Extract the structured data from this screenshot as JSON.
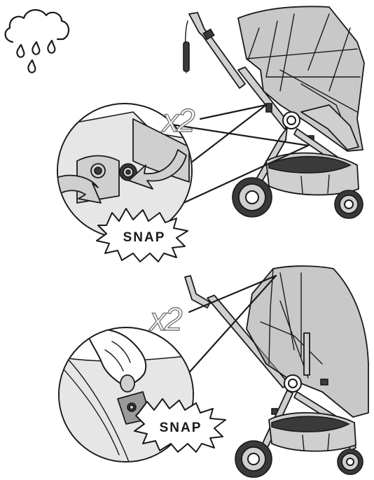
{
  "step1": {
    "multiplier": "x2",
    "action": "SNAP"
  },
  "step2": {
    "multiplier": "x2",
    "action": "SNAP"
  },
  "icons": {
    "weather": "rain-cloud-icon"
  }
}
